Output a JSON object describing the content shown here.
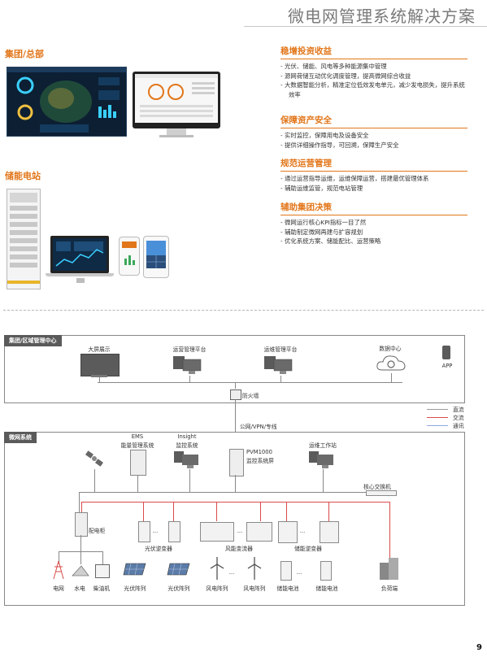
{
  "page": {
    "title": "微电网管理系统解决方案",
    "page_number": "9"
  },
  "left": {
    "group_heading": "集团/总部",
    "storage_heading": "储能电站"
  },
  "benefits": [
    {
      "heading": "稳增投资收益",
      "items": [
        "光伏、储能、风电等多种能源集中管理",
        "源网荷储互动优化调度管理，提高微网综合收益",
        "大数据智能分析，精准定位低效发电单元，减少发电损失，提升系统效率"
      ]
    },
    {
      "heading": "保障资产安全",
      "items": [
        "实时监控，保障用电及设备安全",
        "提供详细操作指导，可回溯，保障生产安全"
      ]
    },
    {
      "heading": "规范运营管理",
      "items": [
        "通过运营指导运维，运维保障运营，搭建最优管理体系",
        "辅助运维监管，规范电站管理"
      ]
    },
    {
      "heading": "辅助集团决策",
      "items": [
        "微网运行核心KPI指标一目了然",
        "辅助制定微网再建与扩容规划",
        "优化系统方案、储能配比、运营策略"
      ]
    }
  ],
  "diagram": {
    "top_panel_title": "集团/区域管理中心",
    "top_items": [
      "大屏展示",
      "运营管理平台",
      "运维管理平台",
      "数据中心",
      "APP"
    ],
    "firewall": "防火墙",
    "network": "公网/VPN/专线",
    "legend": [
      "直流",
      "交流",
      "通讯"
    ],
    "legend_colors": [
      "#9a9a9a",
      "#d94b4b",
      "#8fa8d8"
    ],
    "micro_panel_title": "微网系统",
    "ems": [
      "EMS",
      "能量管理系统"
    ],
    "insight": [
      "Insight",
      "监控系统"
    ],
    "pvm": [
      "PVM1000",
      "监控系统屏"
    ],
    "ops_station": "运维工作站",
    "core_switch": "核心交换机",
    "dist_cabinet": "配电柜",
    "pv_inverter": "光伏逆变器",
    "wind_converter": "风能变流器",
    "storage_inverter": "储能逆变器",
    "ellipsis": "...",
    "bottom": [
      "电网",
      "水电",
      "柴油机",
      "光伏阵列",
      "光伏阵列",
      "风电阵列",
      "风电阵列",
      "储能电池",
      "储能电池",
      "负荷端"
    ]
  }
}
